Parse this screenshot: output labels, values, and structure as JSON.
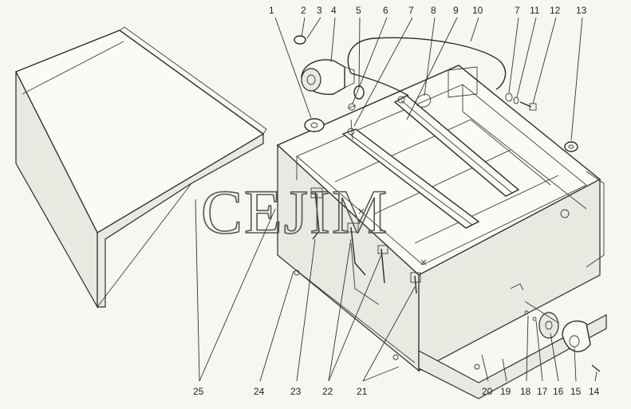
{
  "watermark": "CEJIM",
  "callouts_top": [
    "1",
    "2",
    "3",
    "4",
    "5",
    "6",
    "7",
    "8",
    "9",
    "10",
    "7",
    "11",
    "12",
    "13"
  ],
  "callouts_bottom": [
    "25",
    "24",
    "23",
    "22",
    "21",
    "20",
    "18",
    "17",
    "16",
    "15",
    "14",
    "19"
  ]
}
